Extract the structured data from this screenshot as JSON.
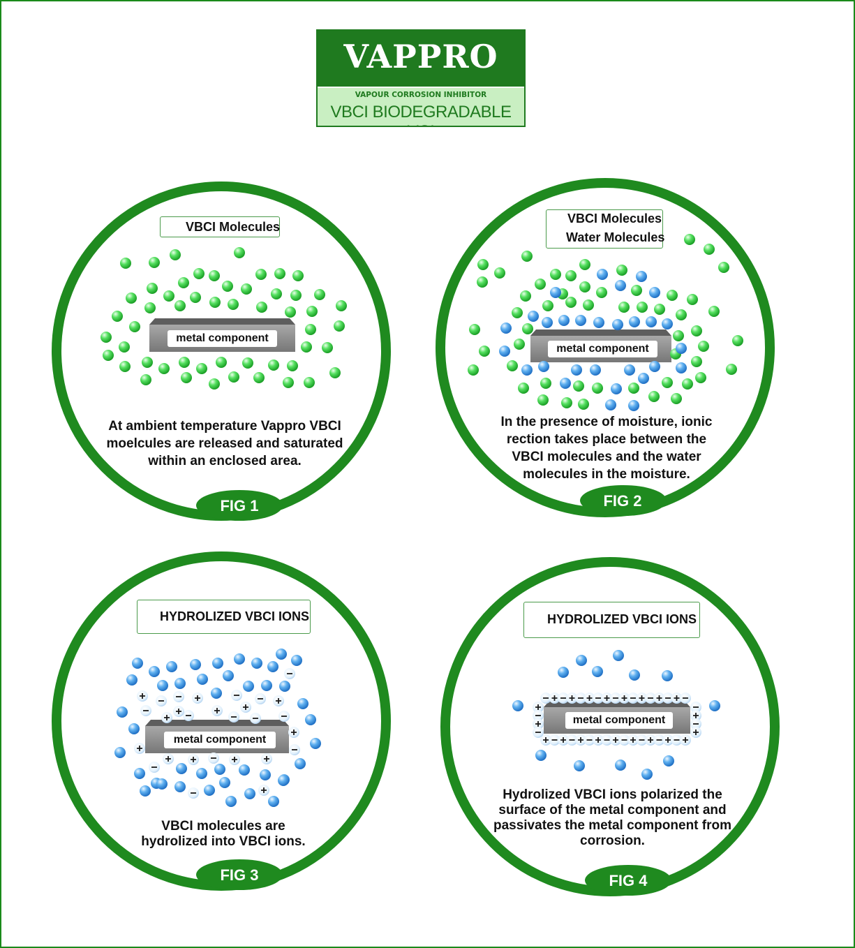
{
  "logo": {
    "brand": "VAPPRO",
    "tagline": "VAPOUR CORROSION INHIBITOR",
    "product": "VBCI BIODEGRADABLE VCI"
  },
  "icons": {
    "vbci_molecule": "green-sphere",
    "water_molecule": "blue-sphere",
    "ion": "plus-minus-sphere-pair"
  },
  "colors": {
    "frame": "#1a8a1a",
    "ring": "#1f8a1f",
    "vbci": "#2ecc40",
    "water": "#3399e6",
    "metal": "#8a8a8a"
  },
  "figures": [
    {
      "fig_label": "FIG 1",
      "legend": [
        "VBCI Molecules"
      ],
      "metal_label": "metal component",
      "caption": [
        "At ambient temperature Vappro VBCI",
        "moelcules are released and saturated",
        "within an enclosed area."
      ]
    },
    {
      "fig_label": "FIG 2",
      "legend": [
        "VBCI Molecules",
        "Water Molecules"
      ],
      "metal_label": "metal component",
      "caption": [
        "In the presence of moisture, ionic",
        "rection takes place between the",
        "VBCI molecules and the water",
        "molecules in the moisture."
      ]
    },
    {
      "fig_label": "FIG 3",
      "legend": [
        "HYDROLIZED VBCI IONS"
      ],
      "metal_label": "metal component",
      "caption": [
        "VBCI molecules are",
        "hydrolized into VBCI ions."
      ]
    },
    {
      "fig_label": "FIG 4",
      "legend": [
        "HYDROLIZED VBCI IONS"
      ],
      "metal_label": "metal component",
      "caption": [
        "Hydrolized VBCI ions polarized the",
        "surface of the metal component and",
        "passivates the metal component from",
        "corrosion."
      ]
    }
  ]
}
